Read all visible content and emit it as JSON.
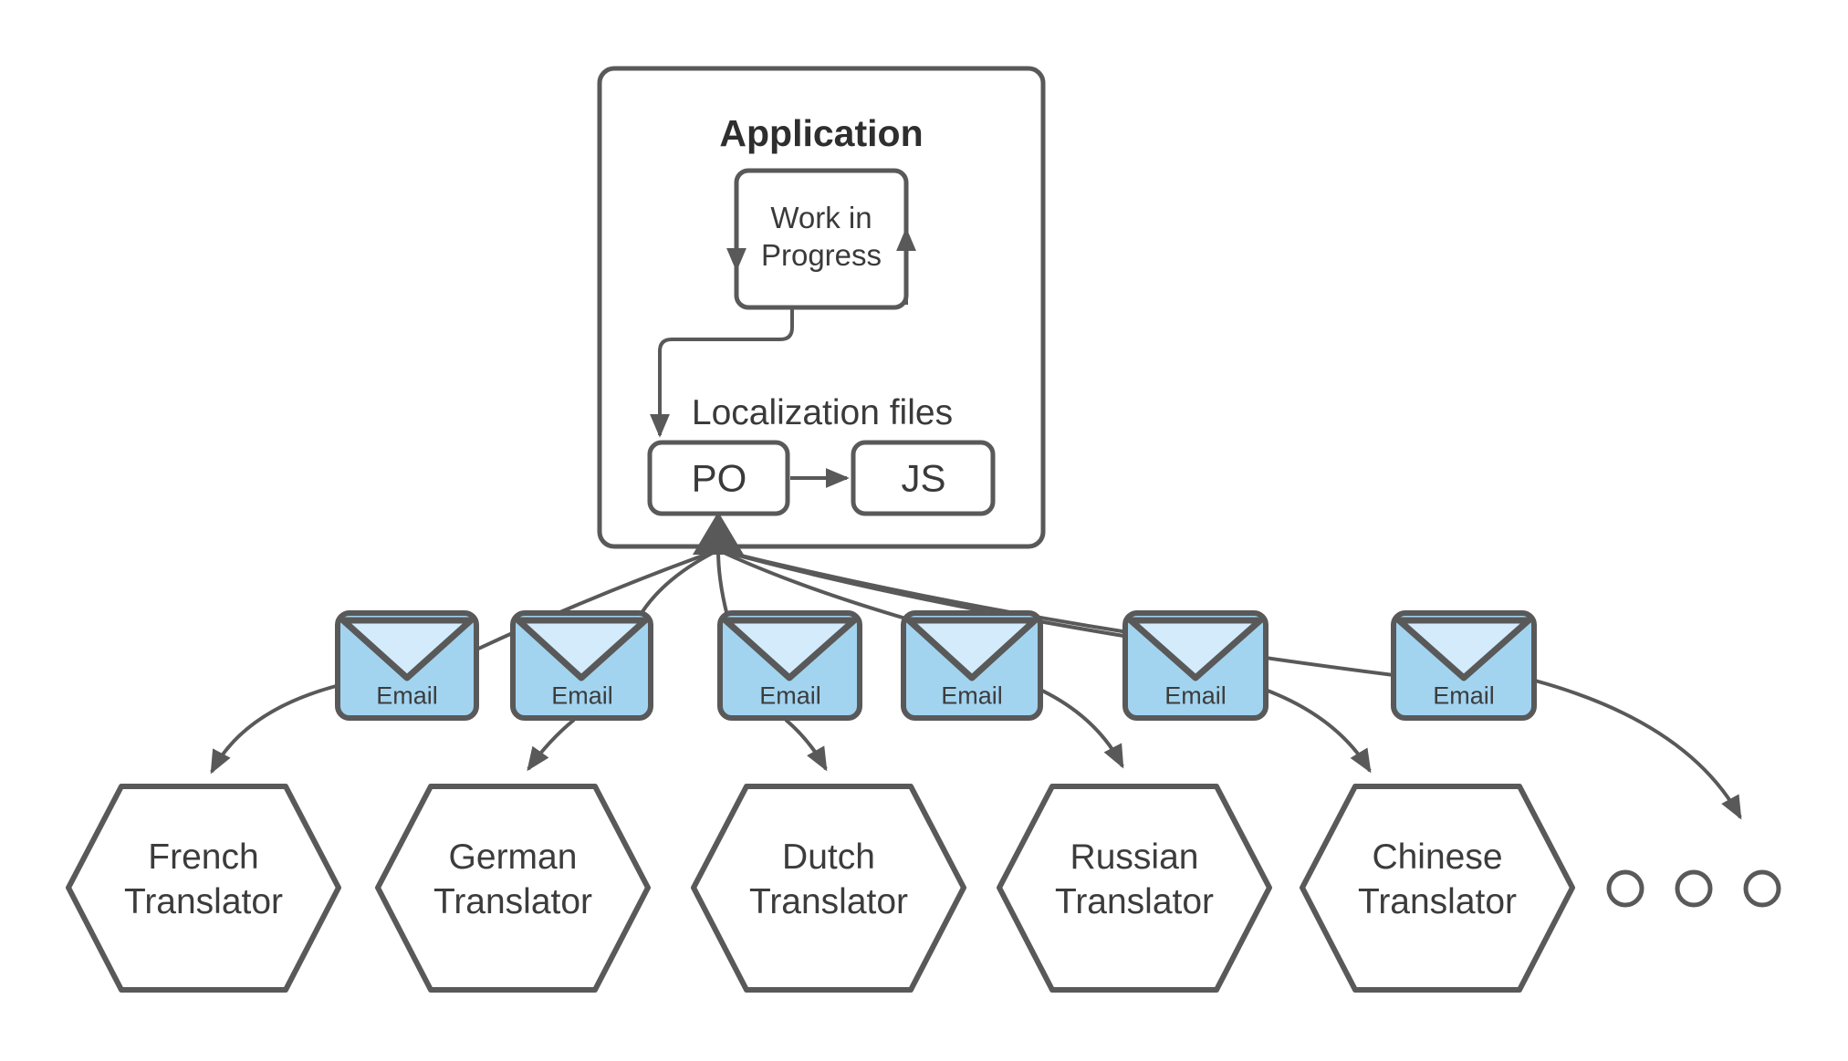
{
  "colors": {
    "stroke": "#595959",
    "text": "#3a3a3a",
    "envelope_body": "#a2d4f0",
    "envelope_flap": "#d3ebfa",
    "node_fill": "#ffffff"
  },
  "nodes": {
    "application": {
      "title": "Application"
    },
    "work_in_progress": {
      "label": "Work in Progress"
    },
    "localization_files": {
      "label": "Localization files"
    },
    "po_file": {
      "label": "PO"
    },
    "js_file": {
      "label": "JS"
    }
  },
  "emails": [
    {
      "label": "Email"
    },
    {
      "label": "Email"
    },
    {
      "label": "Email"
    },
    {
      "label": "Email"
    },
    {
      "label": "Email"
    },
    {
      "label": "Email"
    }
  ],
  "translators": [
    {
      "label": "French Translator"
    },
    {
      "label": "German Translator"
    },
    {
      "label": "Dutch Translator"
    },
    {
      "label": "Russian Translator"
    },
    {
      "label": "Chinese Translator"
    }
  ],
  "ellipsis_dot_count": 3
}
